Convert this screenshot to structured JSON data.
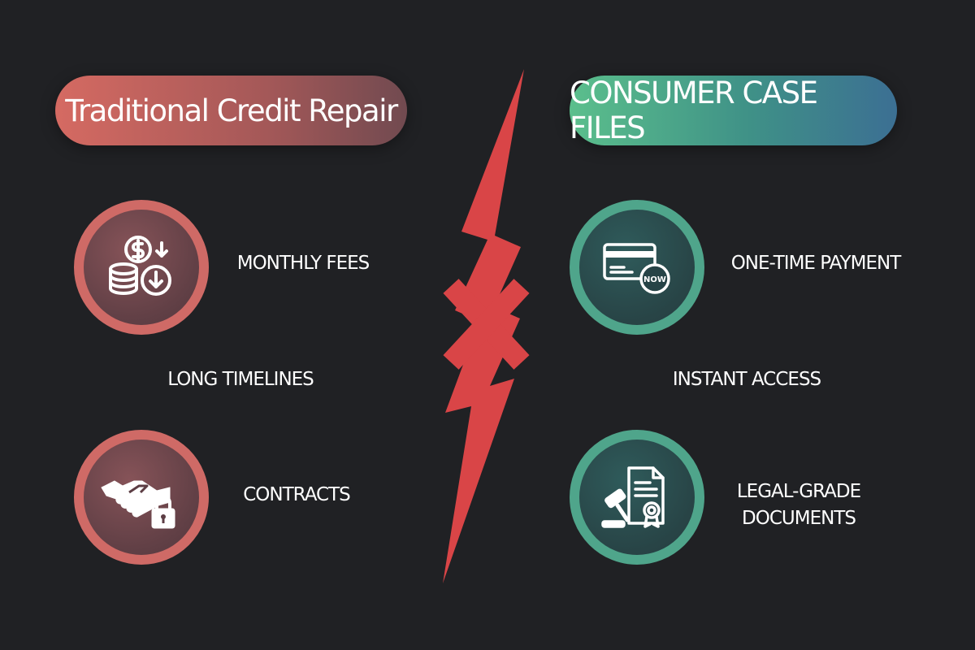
{
  "left": {
    "title": "Traditional Credit Repair",
    "items": [
      {
        "label": "MONTHLY FEES",
        "icon": "coins-dollar-down-icon"
      },
      {
        "label": "LONG TIMELINES"
      },
      {
        "label": "CONTRACTS",
        "icon": "handshake-lock-icon"
      }
    ]
  },
  "right": {
    "title": "CONSUMER CASE FILES",
    "items": [
      {
        "label": "ONE-TIME PAYMENT",
        "icon": "credit-card-now-icon",
        "badge": "NOW"
      },
      {
        "label": "INSTANT ACCESS"
      },
      {
        "label": "LEGAL-GRADE",
        "label2": "DOCUMENTS",
        "icon": "gavel-certificate-icon"
      }
    ]
  },
  "colors": {
    "background": "#202124",
    "left_accent": "#cf6a66",
    "right_accent": "#4fa58b",
    "divider": "#d94547"
  },
  "divider_icon": "lightning-bolt-x-icon"
}
